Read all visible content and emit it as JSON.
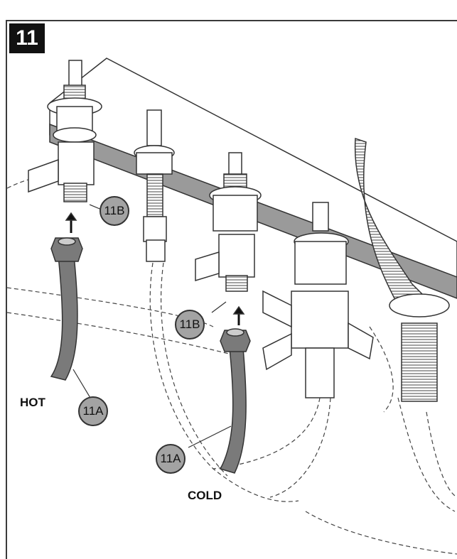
{
  "step": {
    "number": "11"
  },
  "labels": {
    "hot": "HOT",
    "cold": "COLD"
  },
  "callouts": {
    "b_left": "11B",
    "b_center": "11B",
    "a_left": "11A",
    "a_center": "11A"
  },
  "colors": {
    "outline": "#333333",
    "hose": "#7a7a7a",
    "callout_fill": "#a3a3a3",
    "badge": "#111111"
  }
}
